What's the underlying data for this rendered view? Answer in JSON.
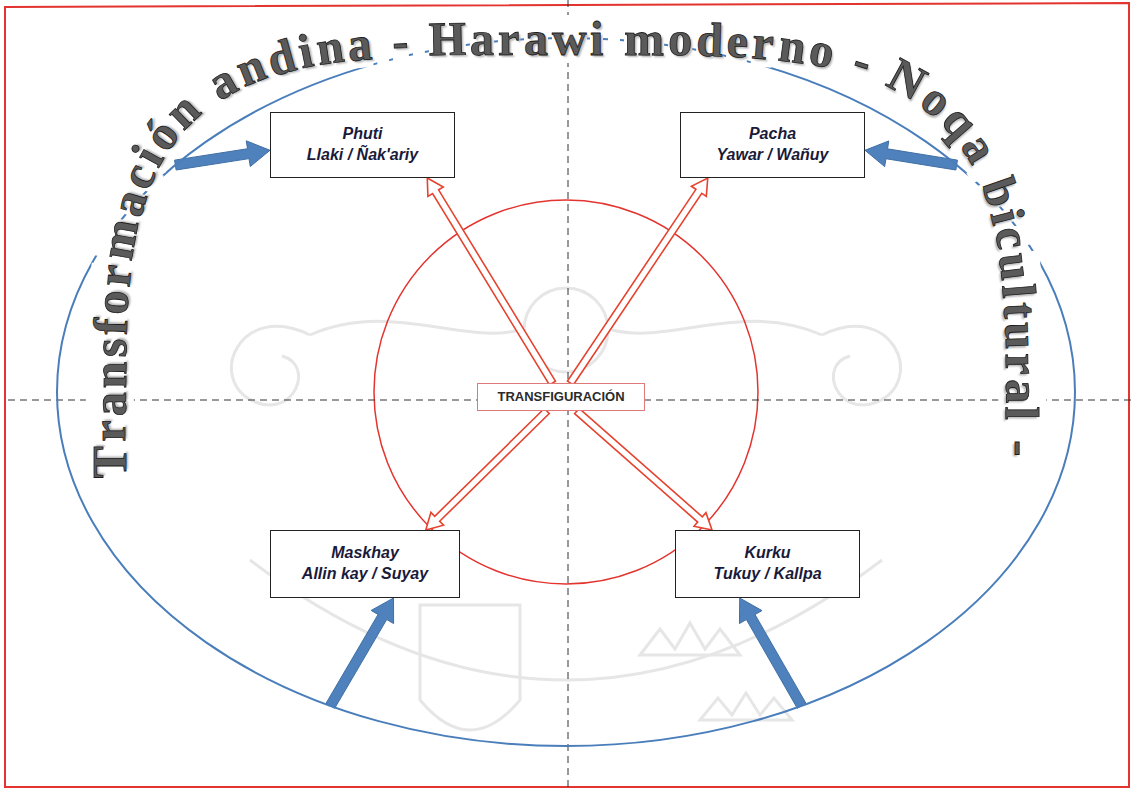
{
  "diagram": {
    "nodes": [
      {
        "text": [
          "Transformación andina - Harawi moderno - Noqa bicultural -"
        ]
      },
      {
        "text": [
          "Phuti",
          "Llaki / Ñak'ariy"
        ],
        "in": 0
      },
      {
        "text": [
          "Pacha",
          "Yawar / Wañuy"
        ],
        "in": 0
      },
      {
        "text": [
          "TRANSFIGURACIÓN"
        ],
        "in": 0
      },
      {
        "text": [
          "Maskhay",
          "Allin kay / Suyay"
        ],
        "in": 0
      },
      {
        "text": [
          "Kurku",
          "Tukuy / Kallpa"
        ],
        "in": 0
      }
    ],
    "edges": [
      {
        "from": 0,
        "to": 1,
        "arrow": "to"
      },
      {
        "from": 0,
        "to": 2,
        "arrow": "to"
      },
      {
        "from": 0,
        "to": 4,
        "arrow": "to"
      },
      {
        "from": 0,
        "to": 5,
        "arrow": "to"
      },
      {
        "from": 3,
        "to": 1,
        "arrow": "to"
      },
      {
        "from": 3,
        "to": 2,
        "arrow": "to"
      },
      {
        "from": 3,
        "to": 4,
        "arrow": "to"
      },
      {
        "from": 3,
        "to": 5,
        "arrow": "to"
      }
    ]
  }
}
